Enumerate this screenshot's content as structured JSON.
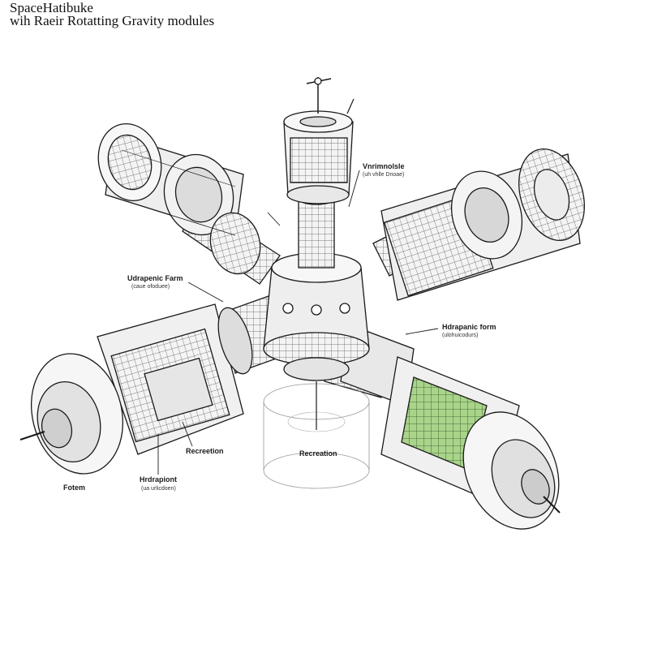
{
  "header": {
    "title": "SpaceHatibuke",
    "subtitle": "wih Raeir Rotatting Gravity modules"
  },
  "callouts": {
    "top_right": {
      "label": "Vnrimnolsle",
      "note": "(uh vhlle Dnoae)"
    },
    "left": {
      "label": "Udrapenic Farm",
      "note": "(caue ofoduee)"
    },
    "right": {
      "label": "Hdrapanic form",
      "note": "(ulohuicodurs)"
    },
    "recreation_left": {
      "label": "Recreetion"
    },
    "recreation_center": {
      "label": "Recreation"
    },
    "hydroponics_bottom": {
      "label": "Hrdrapiont",
      "note": "(ua urlicdoen)"
    },
    "far_left": {
      "label": "Fotem"
    }
  },
  "colors": {
    "ink": "#1a1a1a",
    "panel": "#f2f2f2",
    "shade": "#cfcfcf",
    "crop_green": "#8fc46a"
  }
}
